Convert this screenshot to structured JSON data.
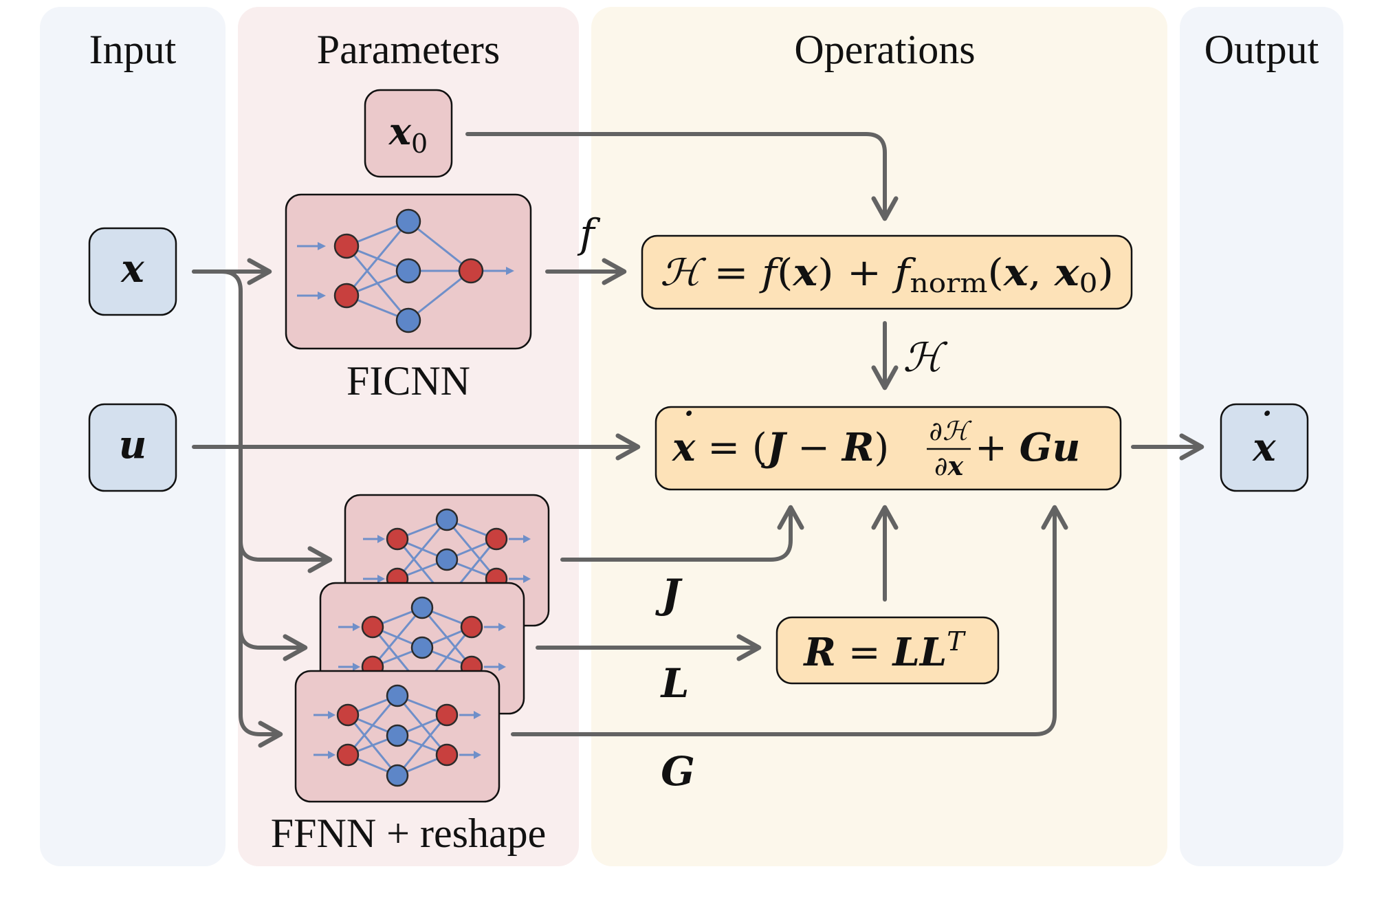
{
  "columns": {
    "input": "Input",
    "parameters": "Parameters",
    "operations": "Operations",
    "output": "Output"
  },
  "inputs": {
    "x": "x",
    "u": "u"
  },
  "parameters": {
    "x0_main": "x",
    "x0_sub": "0",
    "ficnn_caption": "FICNN",
    "ffnn_caption": "FFNN + reshape"
  },
  "edge_labels": {
    "f": "f",
    "H": "ℋ",
    "J": "J",
    "L": "L",
    "G": "G"
  },
  "equations": {
    "hamiltonian": {
      "lhs": "ℋ",
      "eq": " = ",
      "f": "f",
      "open": "(",
      "x": "x",
      "close": ")",
      "plus": " + ",
      "fnorm_f": "f",
      "fnorm_sub": "norm",
      "args_open": "(",
      "args_x": "x",
      "comma": ", ",
      "args_x0": "x",
      "args_x0_sub": "0",
      "args_close": ")"
    },
    "dynamics": {
      "xdot": "x",
      "dot": "˙",
      "eq": " = ",
      "open": "(",
      "J": "J",
      "minus": " − ",
      "R": "R",
      "close": ")",
      "num": "∂ℋ",
      "den_d": "∂",
      "den_x": "x",
      "plus": " + ",
      "G": "G",
      "u": "u"
    },
    "dissipation": {
      "R": "R",
      "eq": " = ",
      "LL": "LL",
      "T": "T"
    }
  },
  "output": {
    "xdot": "x",
    "dot": "˙"
  },
  "colors": {
    "input_column_bg": "#f2f5fa",
    "parameters_column_bg": "#f9eeee",
    "operations_column_bg": "#fcf7eb",
    "output_column_bg": "#f2f5fa",
    "input_box": "#d4e0ee",
    "param_box": "#ebc9cb",
    "operation_box": "#fde2b8",
    "arrow": "#636363",
    "neuron_red": "#c8403e",
    "neuron_blue": "#5d86c8",
    "synapse": "#6f8fc9"
  }
}
